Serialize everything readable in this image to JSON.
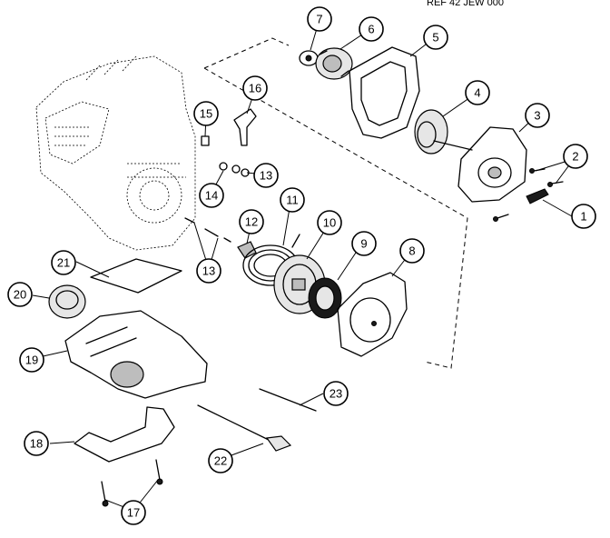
{
  "header_fragment": "REF  42 JEW 000",
  "callouts": [
    {
      "id": "p1",
      "label": "1"
    },
    {
      "id": "p2",
      "label": "2"
    },
    {
      "id": "p3",
      "label": "3"
    },
    {
      "id": "p4",
      "label": "4"
    },
    {
      "id": "p5",
      "label": "5"
    },
    {
      "id": "p6",
      "label": "6"
    },
    {
      "id": "p7",
      "label": "7"
    },
    {
      "id": "p8",
      "label": "8"
    },
    {
      "id": "p9",
      "label": "9"
    },
    {
      "id": "p10",
      "label": "10"
    },
    {
      "id": "p11",
      "label": "11"
    },
    {
      "id": "p12",
      "label": "12"
    },
    {
      "id": "p13a",
      "label": "13"
    },
    {
      "id": "p13b",
      "label": "13"
    },
    {
      "id": "p14",
      "label": "14"
    },
    {
      "id": "p15",
      "label": "15"
    },
    {
      "id": "p16",
      "label": "16"
    },
    {
      "id": "p17",
      "label": "17"
    },
    {
      "id": "p18",
      "label": "18"
    },
    {
      "id": "p19",
      "label": "19"
    },
    {
      "id": "p20",
      "label": "20"
    },
    {
      "id": "p21",
      "label": "21"
    },
    {
      "id": "p22",
      "label": "22"
    },
    {
      "id": "p23",
      "label": "23"
    }
  ]
}
